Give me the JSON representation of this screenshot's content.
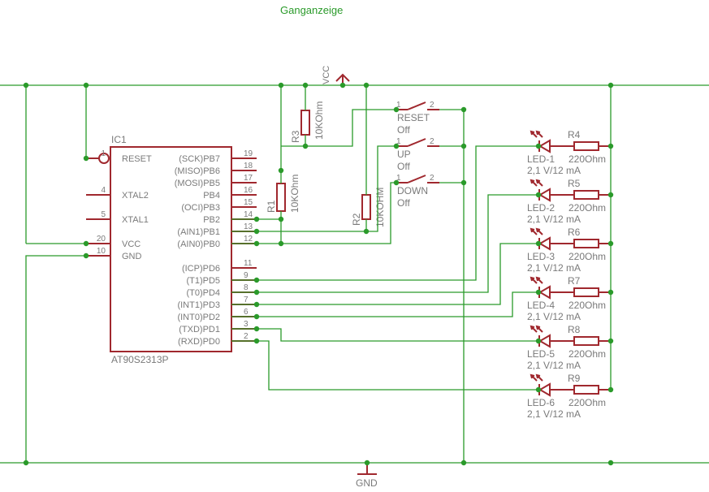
{
  "title": "Ganganzeige",
  "colors": {
    "wire": "#2a9a2a",
    "symbol": "#a0282e",
    "text": "#7a7a7a",
    "title": "#2a9a2a"
  },
  "supply": {
    "vcc": "VCC",
    "gnd": "GND"
  },
  "ic": {
    "ref": "IC1",
    "part": "AT90S2313P",
    "left_pins": [
      {
        "num": "1",
        "name": "RESET"
      },
      {
        "num": "4",
        "name": "XTAL2"
      },
      {
        "num": "5",
        "name": "XTAL1"
      },
      {
        "num": "20",
        "name": "VCC"
      },
      {
        "num": "10",
        "name": "GND"
      }
    ],
    "right_pins": [
      {
        "num": "19",
        "name": "(SCK)PB7"
      },
      {
        "num": "18",
        "name": "(MISO)PB6"
      },
      {
        "num": "17",
        "name": "(MOSI)PB5"
      },
      {
        "num": "16",
        "name": "PB4"
      },
      {
        "num": "15",
        "name": "(OCI)PB3"
      },
      {
        "num": "14",
        "name": "PB2"
      },
      {
        "num": "13",
        "name": "(AIN1)PB1"
      },
      {
        "num": "12",
        "name": "(AIN0)PB0"
      },
      {
        "num": "11",
        "name": "(ICP)PD6"
      },
      {
        "num": "9",
        "name": "(T1)PD5"
      },
      {
        "num": "8",
        "name": "(T0)PD4"
      },
      {
        "num": "7",
        "name": "(INT1)PD3"
      },
      {
        "num": "6",
        "name": "(INT0)PD2"
      },
      {
        "num": "3",
        "name": "(TXD)PD1"
      },
      {
        "num": "2",
        "name": "(RXD)PD0"
      }
    ]
  },
  "pullups": [
    {
      "ref": "R3",
      "value": "10KOhm"
    },
    {
      "ref": "R1",
      "value": "10KOhm"
    },
    {
      "ref": "R2",
      "value": "10KOHM"
    }
  ],
  "switches": [
    {
      "name": "RESET",
      "state": "Off",
      "pin1": "1",
      "pin2": "2"
    },
    {
      "name": "UP",
      "state": "Off",
      "pin1": "1",
      "pin2": "2"
    },
    {
      "name": "DOWN",
      "state": "Off",
      "pin1": "1",
      "pin2": "2"
    }
  ],
  "leds": [
    {
      "led": "LED-1",
      "rating": "2,1 V/12 mA",
      "res": "R4",
      "value": "220Ohm"
    },
    {
      "led": "LED-2",
      "rating": "2,1 V/12 mA",
      "res": "R5",
      "value": "220Ohm"
    },
    {
      "led": "LED-3",
      "rating": "2,1 V/12 mA",
      "res": "R6",
      "value": "220Ohm"
    },
    {
      "led": "LED-4",
      "rating": "2,1 V/12 mA",
      "res": "R7",
      "value": "220Ohm"
    },
    {
      "led": "LED-5",
      "rating": "2,1 V/12 mA",
      "res": "R8",
      "value": "220Ohm"
    },
    {
      "led": "LED-6",
      "rating": "2,1 V/12 mA",
      "res": "R9",
      "value": "220Ohm"
    }
  ]
}
